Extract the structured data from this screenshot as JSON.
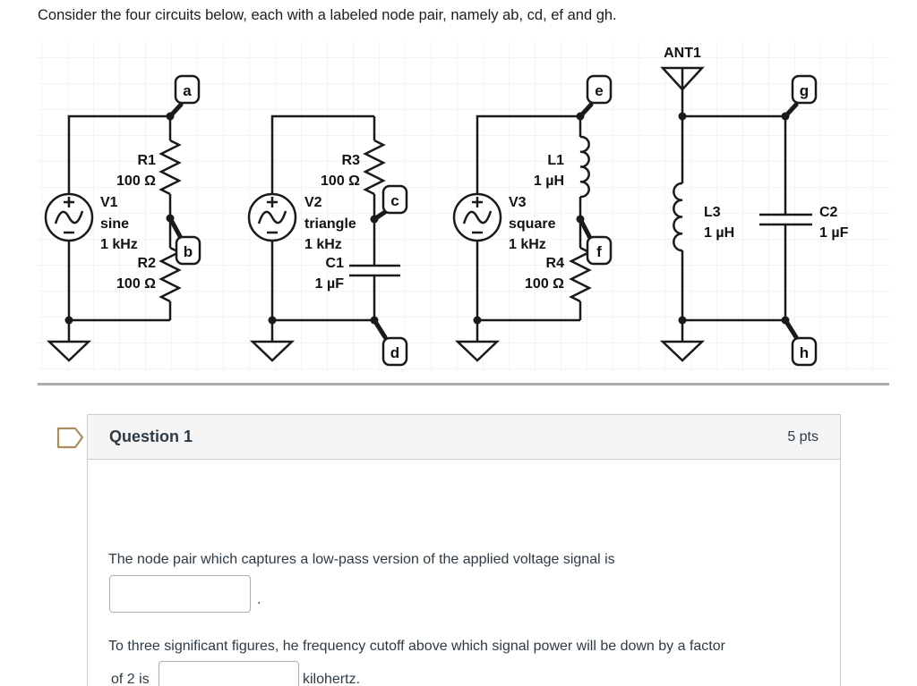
{
  "header": {
    "title": "Consider the four circuits below, each with a labeled node pair, namely ab, cd, ef and gh."
  },
  "circuit1": {
    "node_top": "a",
    "node_mid": "b",
    "r_top_name": "R1",
    "r_top_value": "100 Ω",
    "src_name": "V1",
    "src_wave": "sine",
    "src_freq": "1 kHz",
    "r_bot_name": "R2",
    "r_bot_value": "100 Ω"
  },
  "circuit2": {
    "node_mid": "c",
    "node_bot": "d",
    "r_name": "R3",
    "r_value": "100 Ω",
    "src_name": "V2",
    "src_wave": "triangle",
    "src_freq": "1 kHz",
    "c_name": "C1",
    "c_value": "1 µF"
  },
  "circuit3": {
    "node_top": "e",
    "node_mid": "f",
    "l_name": "L1",
    "l_value": "1 µH",
    "src_name": "V3",
    "src_wave": "square",
    "src_freq": "1 kHz",
    "r_name": "R4",
    "r_value": "100 Ω"
  },
  "circuit4": {
    "ant_name": "ANT1",
    "node_top": "g",
    "node_bot": "h",
    "l_name": "L3",
    "l_value": "1 µH",
    "c_name": "C2",
    "c_value": "1 µF"
  },
  "question": {
    "title": "Question 1",
    "points": "5 pts",
    "prompt1": "The node pair which captures a low-pass version of the applied voltage signal is",
    "prompt1_suffix": ".",
    "prompt2_line1": "To three significant figures, he frequency cutoff above which signal power will be down by a factor",
    "prompt2_line2_prefix": "of 2 is",
    "prompt2_suffix": "kilohertz.",
    "answer1_value": "",
    "answer2_value": ""
  },
  "colors": {
    "flag": "#ab8c5f",
    "panel_border": "#c7cdd1",
    "header_bg": "#f5f5f5",
    "divider": "#ababab",
    "grid": "#e8e8e8"
  }
}
